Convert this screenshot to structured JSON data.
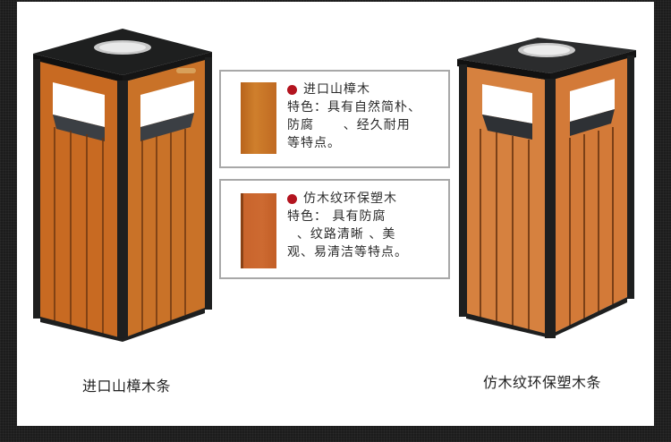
{
  "colors": {
    "frame": "#1c1c1c",
    "background": "#ffffff",
    "panel_border": "#a8a8a8",
    "bullet": "#b3141f",
    "camphor_wood": "#c8731f",
    "wpc_wood": "#c9642c",
    "bin_metal": "#1e1f1f",
    "bin_wood_left": "#c86a22",
    "bin_wood_right": "#d6813f"
  },
  "products": [
    {
      "id": "camphor",
      "caption": "进口山樟木条",
      "icon": "trash-bin-with-ashtray"
    },
    {
      "id": "wpc",
      "caption": "仿木纹环保塑木条",
      "icon": "trash-bin-with-ashtray"
    }
  ],
  "panels": [
    {
      "title": "进口山樟木",
      "lines": [
        "特色：具有自然简朴、",
        "防腐      、经久耐用",
        "等特点。"
      ]
    },
    {
      "title": "仿木纹环保塑木",
      "lines": [
        "特色： 具有防腐",
        "  、纹路清晰 、美",
        "观、易清洁等特点。"
      ]
    }
  ]
}
